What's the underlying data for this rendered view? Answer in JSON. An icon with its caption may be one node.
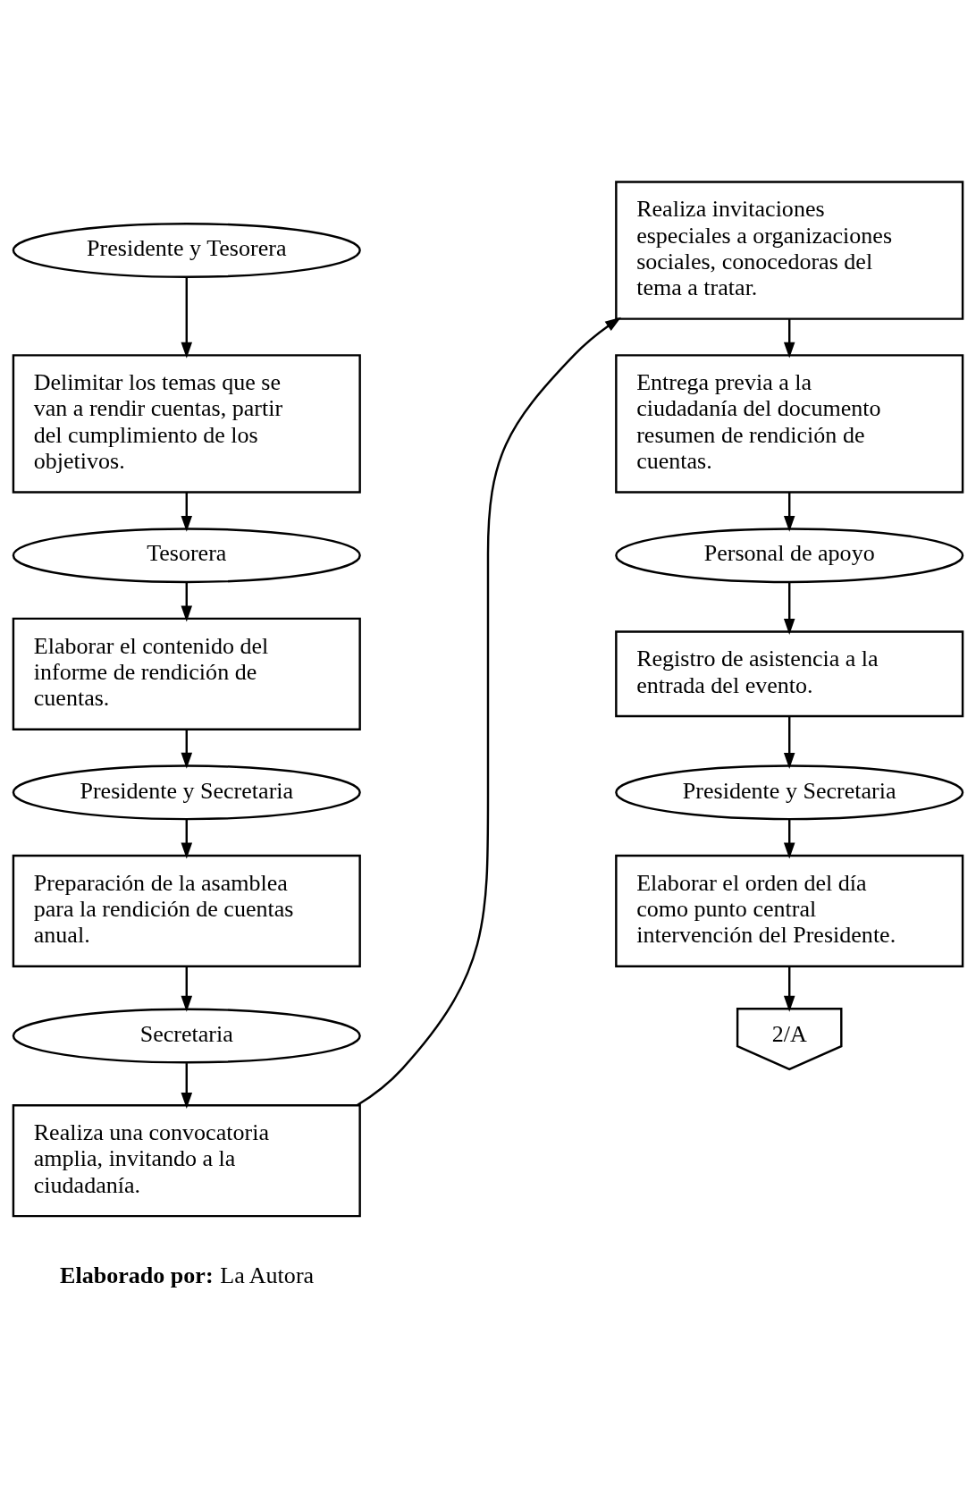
{
  "diagram": {
    "nodes": [
      {
        "text": [
          "Presidente y Tesorera"
        ]
      },
      {
        "text": [
          "Delimitar los temas que se van a rendir cuentas, partir del cumplimiento de los objetivos."
        ]
      },
      {
        "text": [
          "Tesorera"
        ]
      },
      {
        "text": [
          "Elaborar el contenido del informe de rendición de cuentas."
        ]
      },
      {
        "text": [
          "Presidente y Secretaria"
        ]
      },
      {
        "text": [
          "Preparación de la asamblea para la rendición de cuentas anual."
        ]
      },
      {
        "text": [
          "Secretaria"
        ]
      },
      {
        "text": [
          "Realiza una convocatoria amplia, invitando a la ciudadanía."
        ]
      },
      {
        "text": [
          "Realiza invitaciones especiales a organizaciones sociales, conocedoras del tema a tratar."
        ]
      },
      {
        "text": [
          "Entrega previa a la ciudadanía del documento resumen de rendición de cuentas."
        ]
      },
      {
        "text": [
          "Personal de apoyo"
        ]
      },
      {
        "text": [
          "Registro de asistencia a la entrada del evento."
        ]
      },
      {
        "text": [
          "Presidente y Secretaria"
        ]
      },
      {
        "text": [
          "Elaborar el orden del día como punto central intervención del Presidente."
        ]
      },
      {
        "text": [
          "2/A"
        ]
      }
    ],
    "edges": [
      {
        "from": 0,
        "to": 1,
        "arrow": "to"
      },
      {
        "from": 1,
        "to": 2,
        "arrow": "to"
      },
      {
        "from": 2,
        "to": 3,
        "arrow": "to"
      },
      {
        "from": 3,
        "to": 4,
        "arrow": "to"
      },
      {
        "from": 4,
        "to": 5,
        "arrow": "to"
      },
      {
        "from": 5,
        "to": 6,
        "arrow": "to"
      },
      {
        "from": 6,
        "to": 7,
        "arrow": "to"
      },
      {
        "from": 7,
        "to": 8,
        "arrow": "to"
      },
      {
        "from": 8,
        "to": 9,
        "arrow": "to"
      },
      {
        "from": 9,
        "to": 10,
        "arrow": "to"
      },
      {
        "from": 10,
        "to": 11,
        "arrow": "to"
      },
      {
        "from": 11,
        "to": 12,
        "arrow": "to"
      },
      {
        "from": 12,
        "to": 13,
        "arrow": "to"
      },
      {
        "from": 13,
        "to": 14,
        "arrow": "to"
      }
    ],
    "labels": [
      "**Elaborado por:** La Autora"
    ]
  }
}
